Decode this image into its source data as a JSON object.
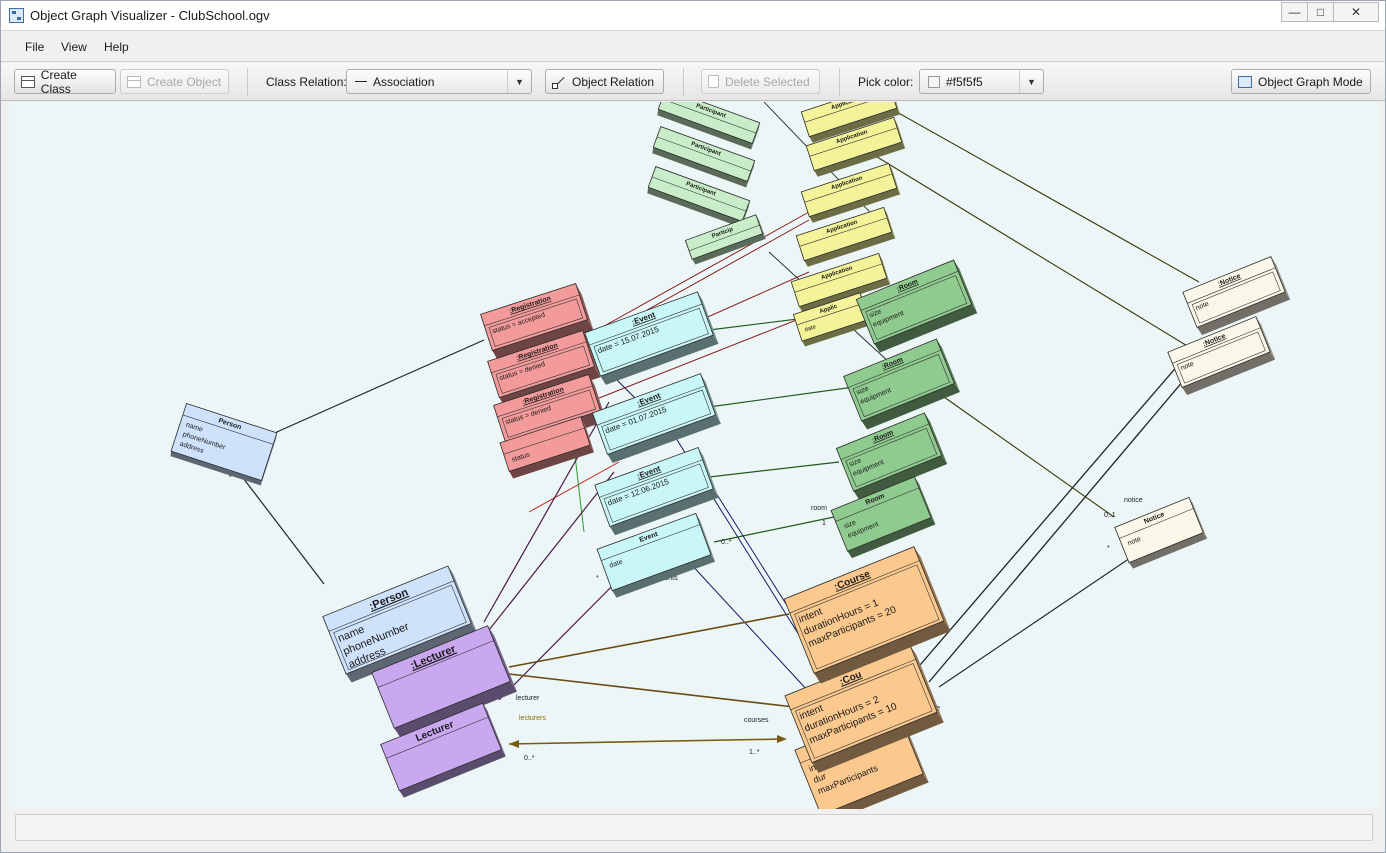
{
  "window": {
    "title": "Object Graph Visualizer - ClubSchool.ogv",
    "minimize_glyph": "—",
    "maximize_glyph": "□",
    "close_glyph": "✕"
  },
  "menu": [
    "File",
    "View",
    "Help"
  ],
  "toolbar": {
    "create_class": "Create Class",
    "create_object": "Create Object",
    "class_relation_label": "Class Relation:",
    "class_relation_value": "Association",
    "object_relation": "Object Relation",
    "delete_selected": "Delete Selected",
    "pick_color_label": "Pick color:",
    "pick_color_value": "#f5f5f5",
    "mode_button": "Object Graph Mode"
  },
  "colors": {
    "canvas": "#edf6f6",
    "person": "#cfe2fb",
    "lecturer": "#c9a8f0",
    "registration": "#f39a9a",
    "event": "#c9f6f6",
    "room": "#8fcb8f",
    "course": "#fbc98e",
    "application": "#f3f39a",
    "participant": "#c8edc8",
    "notice": "#fbf7e8"
  },
  "graph": {
    "person_class": {
      "title": "Person",
      "attrs": [
        "name",
        "phoneNumber",
        "address"
      ]
    },
    "person_obj": {
      "title": ":Person",
      "attrs": [
        "name",
        "phoneNumber",
        "address"
      ]
    },
    "lecturer_obj": {
      "title": ":Lecturer"
    },
    "lecturer_class": {
      "title": "Lecturer"
    },
    "registrations": [
      {
        "title": ":Registration",
        "attr": "status = accepted"
      },
      {
        "title": ":Registration",
        "attr": "status = denied"
      },
      {
        "title": ":Registration",
        "attr": "status = denied"
      },
      {
        "title": "",
        "attr": "status"
      }
    ],
    "events": [
      {
        "title": ":Event",
        "attr": "date = 15.07.2015"
      },
      {
        "title": ":Event",
        "attr": "date = 01.07.2015"
      },
      {
        "title": ":Event",
        "attr": "date = 12.06.2015"
      },
      {
        "title": "Event",
        "attr": "date"
      }
    ],
    "rooms": [
      {
        "title": ":Room",
        "attrs": [
          "size",
          "equipment"
        ]
      },
      {
        "title": ":Room",
        "attrs": [
          "size",
          "equipment"
        ]
      },
      {
        "title": ":Room",
        "attrs": [
          "size",
          "equipment"
        ]
      },
      {
        "title": "Room",
        "attrs": [
          "size",
          "equipment"
        ]
      }
    ],
    "applications": [
      {
        "title": "Application",
        "attr": ""
      },
      {
        "title": "Application",
        "attr": ""
      },
      {
        "title": "Application",
        "attr": ""
      },
      {
        "title": "Application",
        "attr": ""
      },
      {
        "title": "Application",
        "attr": ""
      },
      {
        "title": "Applic",
        "attr": "date"
      }
    ],
    "participants": [
      {
        "title": "Participant"
      },
      {
        "title": "Participant"
      },
      {
        "title": "Participant"
      },
      {
        "title": "Particip"
      }
    ],
    "courses": [
      {
        "title": ":Course",
        "attrs": [
          "intent",
          "durationHours = 1",
          "maxParticipants = 20"
        ]
      },
      {
        "title": ":Cou",
        "attrs": [
          "intent",
          "durationHours = 2",
          "maxParticipants = 10"
        ]
      },
      {
        "title": "",
        "attrs": [
          "inte",
          "dur",
          "maxParticipants"
        ]
      }
    ],
    "notices": [
      {
        "title": ":Notice",
        "attr": "note"
      },
      {
        "title": ":Notice",
        "attr": "note"
      },
      {
        "title": "Notice",
        "attr": "note"
      }
    ],
    "edge_labels": {
      "lecturer": "lecturer",
      "lecturers": "lecturers",
      "courses": "courses",
      "course": "course",
      "events": "events",
      "room": "room",
      "notice": "notice",
      "mult_zero_many": "0..*",
      "mult_one_many": "1..*",
      "mult_one": "1",
      "mult_zero_one": "0..1",
      "mult_star": "*"
    }
  }
}
